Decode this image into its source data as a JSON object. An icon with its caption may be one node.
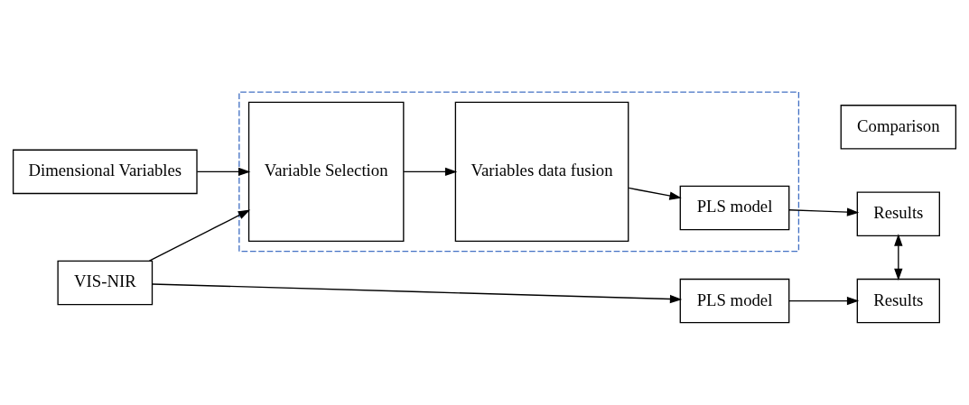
{
  "diagram": {
    "nodes": [
      {
        "text": [
          "Dimensional Variables"
        ]
      },
      {
        "text": [
          "VIS-NIR"
        ]
      },
      {
        "text": [],
        "shape": "box"
      },
      {
        "text": [
          "Variable Selection"
        ],
        "in": 2
      },
      {
        "text": [
          "Variables data fusion"
        ],
        "in": 2
      },
      {
        "text": [
          "PLS model"
        ],
        "in": 2
      },
      {
        "text": [
          "Results"
        ]
      },
      {
        "text": [
          "Comparison"
        ]
      },
      {
        "text": [
          "PLS model"
        ]
      },
      {
        "text": [
          "Results"
        ]
      }
    ],
    "edges": [
      {
        "from": 0,
        "to": 3,
        "arrow": "to"
      },
      {
        "from": 1,
        "to": 3,
        "arrow": "to"
      },
      {
        "from": 3,
        "to": 4,
        "arrow": "to"
      },
      {
        "from": 4,
        "to": 5,
        "arrow": "to"
      },
      {
        "from": 5,
        "to": 6,
        "arrow": "to"
      },
      {
        "from": 6,
        "to": 9,
        "arrow": "both"
      },
      {
        "from": 1,
        "to": 8,
        "arrow": "to"
      },
      {
        "from": 8,
        "to": 9,
        "arrow": "to"
      }
    ]
  }
}
